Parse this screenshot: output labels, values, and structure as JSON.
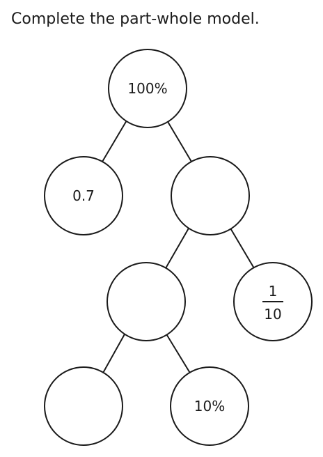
{
  "instruction": "Complete the part-whole model.",
  "nodes": {
    "root": {
      "label": "100%"
    },
    "left_part": {
      "label": "0.7"
    },
    "right_part": {
      "label": ""
    },
    "middle_part": {
      "label": ""
    },
    "fraction_part": {
      "numerator": "1",
      "denominator": "10"
    },
    "bottom_left_part": {
      "label": ""
    },
    "bottom_right_part": {
      "label": "10%"
    }
  },
  "colors": {
    "stroke": "#1a1a1a",
    "fill": "#ffffff"
  }
}
